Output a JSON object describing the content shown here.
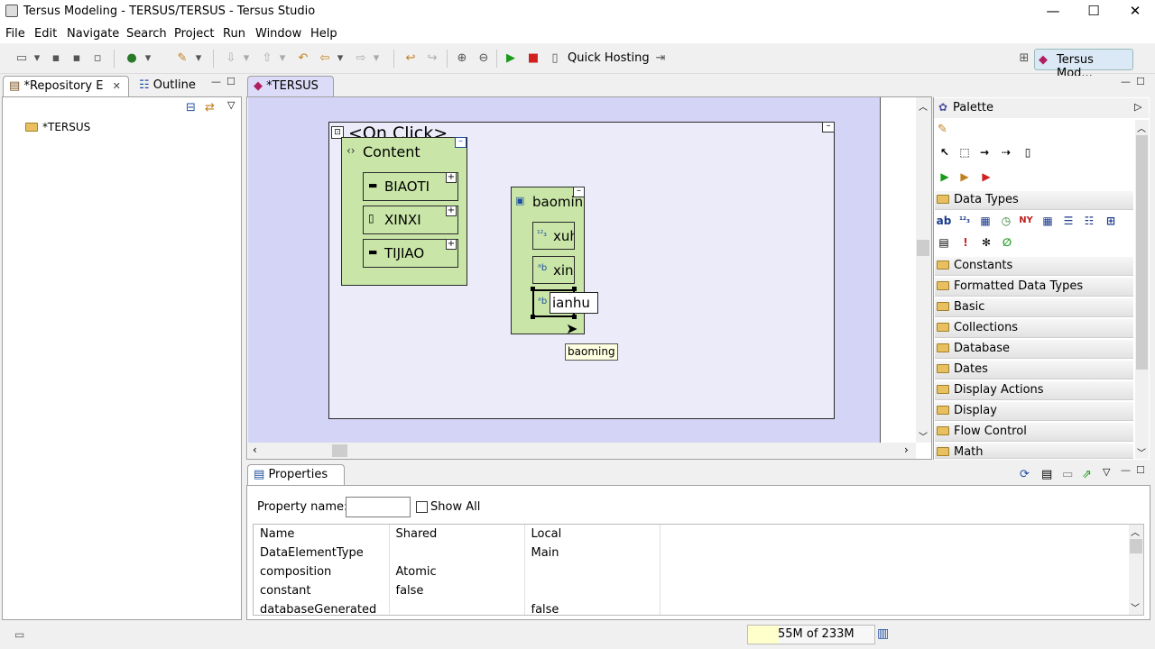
{
  "window": {
    "title": "Tersus Modeling - TERSUS/TERSUS - Tersus Studio",
    "min": "—",
    "max": "☐",
    "close": "✕"
  },
  "menu": [
    "File",
    "Edit",
    "Navigate",
    "Search",
    "Project",
    "Run",
    "Window",
    "Help"
  ],
  "toolbar": {
    "quick_hosting": "Quick Hosting",
    "perspective": "Tersus Mod..."
  },
  "left_panel": {
    "tabs": [
      {
        "label": "*Repository E"
      },
      {
        "label": "Outline"
      }
    ],
    "tree": [
      {
        "label": "*TERSUS"
      }
    ]
  },
  "editor": {
    "tab": "*TERSUS",
    "diagram": {
      "title": "<On Click>",
      "content": {
        "label": "Content",
        "items": [
          "BIAOTI",
          "XINXI",
          "TIJIAO"
        ]
      },
      "baoming": {
        "label": "baoming",
        "items": [
          "xuh",
          "xing"
        ],
        "editing_value": "ianhu"
      },
      "tooltip": "baoming"
    }
  },
  "palette": {
    "title": "Palette",
    "categories": [
      "Data Types",
      "Constants",
      "Formatted Data Types",
      "Basic",
      "Collections",
      "Database",
      "Dates",
      "Display Actions",
      "Display",
      "Flow Control",
      "Math"
    ]
  },
  "properties": {
    "tab": "Properties",
    "property_name_label": "Property name:",
    "show_all": "Show All",
    "columns": [
      "Name",
      "Shared",
      "Local"
    ],
    "rows": [
      {
        "name": "DataElementType",
        "shared": "",
        "local": "Main"
      },
      {
        "name": "composition",
        "shared": "Atomic",
        "local": ""
      },
      {
        "name": "constant",
        "shared": "false",
        "local": ""
      },
      {
        "name": "databaseGenerated",
        "shared": "",
        "local": "false"
      }
    ]
  },
  "status": {
    "memory": "55M of 233M"
  }
}
